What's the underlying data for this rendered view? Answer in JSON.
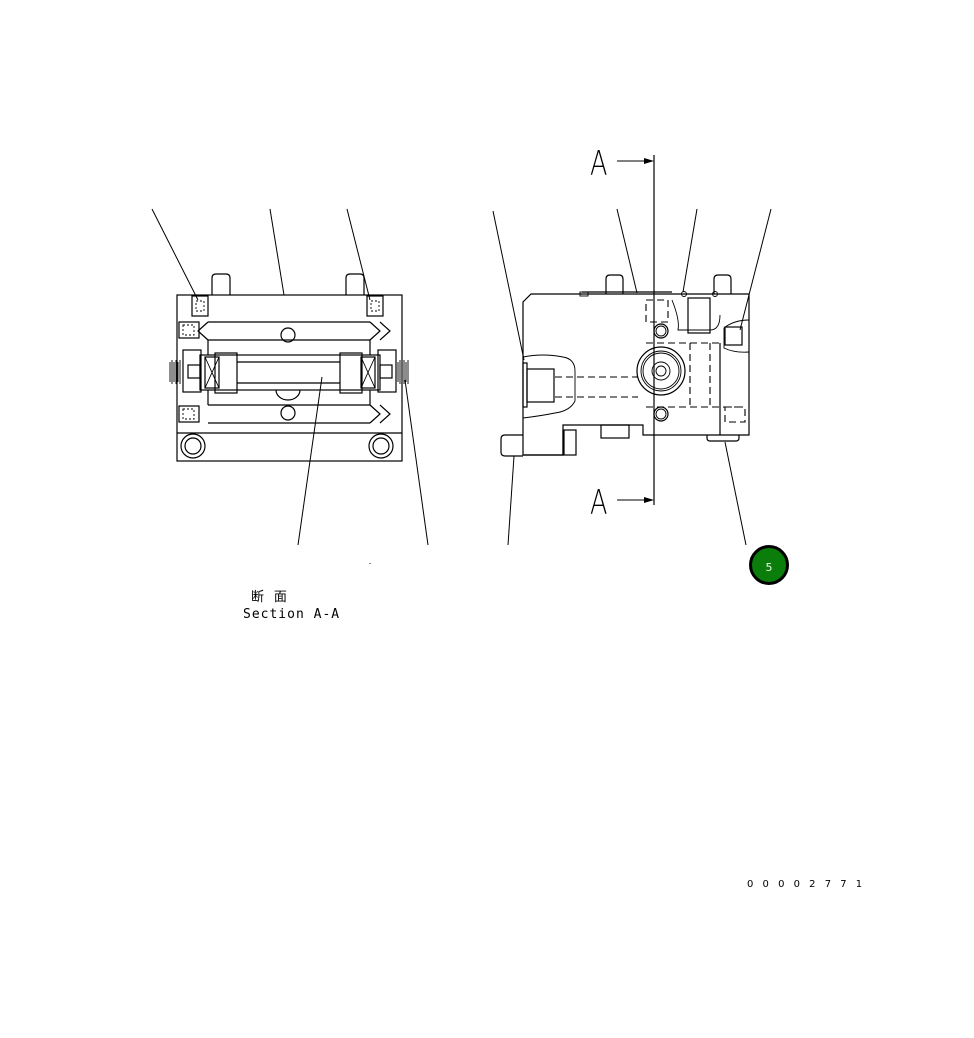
{
  "drawing": {
    "section_label_jp": "断 面",
    "section_label_en": "Section A-A",
    "drawing_number": "00002771",
    "drawing_number_spaced": "0 0 0 0 2 7 7 1",
    "cut_line_label_top": "A",
    "cut_line_label_bottom": "A"
  },
  "callouts": [
    {
      "number": "5",
      "color": "#0a7d0a",
      "border_color": "#000000"
    }
  ],
  "views": [
    {
      "name": "section-a-a-view",
      "leader_lines": 5
    },
    {
      "name": "side-view",
      "leader_lines": 7
    }
  ],
  "colors": {
    "background": "#ffffff",
    "line": "#000000",
    "callout_fill": "#0a7d0a",
    "callout_text": "#e8f5e8"
  }
}
